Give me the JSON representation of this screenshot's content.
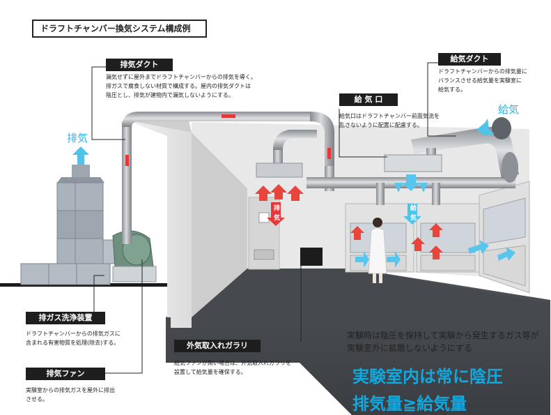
{
  "title": "ドラフトチャンバー換気システム構成例",
  "labels": {
    "exhaust_duct": {
      "tag": "排気ダクト",
      "desc": "漏気せずに屋外までドラフトチャンバーからの排気を導く。\n排ガスで腐食しない材質で構成する。屋内の排気ダクトは\n陰圧とし、排気が建物内で漏気しないようにする。"
    },
    "supply_duct": {
      "tag": "給気ダクト",
      "desc": "ドラフトチャンバーからの排気量に\nバランスさせる給気量を実験室に\n給気する。"
    },
    "supply_outlet": {
      "tag": "給 気 口",
      "desc": "給気口はドラフトチャンバー前面気流を\n乱さないように配置に配慮する。"
    },
    "scrubber": {
      "tag": "排ガス洗浄装置",
      "desc": "ドラフトチャンバーからの排気ガスに\n含まれる有害物質を処理(除去)する。"
    },
    "exhaust_fan": {
      "tag": "排気ファン",
      "desc": "実験室からの排気ガスを屋外に排出\nさせる。"
    },
    "outside_louver": {
      "tag": "外気取入れガラリ",
      "desc": "給気ファンが無い場合は、外気取入れガラリを\n設置して給気量を確保する。"
    }
  },
  "air_labels": {
    "exhaust": "排気",
    "supply": "給気",
    "exhaust_vertical": "排\n気",
    "supply_vertical": "給\n気"
  },
  "note": "実験時は陰圧を保持して実験から発生するガス等が\n実験室外に拡散しないようにする",
  "headline1": "実験室内は常に陰圧",
  "headline2": "排気量≧給気量",
  "colors": {
    "accent_blue": "#10a8df",
    "exhaust_red": "#e83a3a",
    "supply_blue": "#4fc3ea",
    "tag_black": "#1e1e1e"
  }
}
